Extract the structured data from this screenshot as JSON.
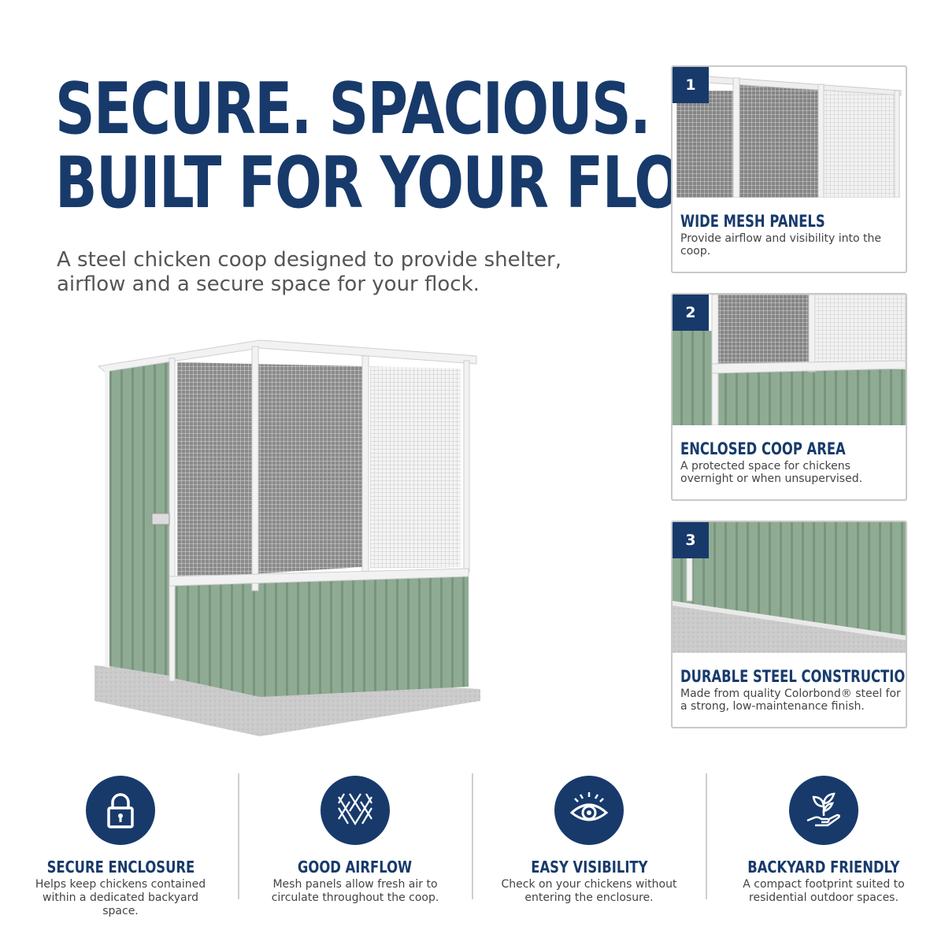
{
  "headline": {
    "line1": "SECURE. SPACIOUS.",
    "line2": "BUILT FOR YOUR FLOCK."
  },
  "subhead": "A steel chicken coop designed to provide shelter, airflow and a secure space for your flock.",
  "colors": {
    "navy": "#173a6b",
    "steel_green": "#8fab93",
    "frame_white": "#f2f2f2",
    "concrete": "#c8c8c8"
  },
  "cards": [
    {
      "number": "1",
      "title": "WIDE MESH PANELS",
      "desc": "Provide airflow and visibility into the coop."
    },
    {
      "number": "2",
      "title": "ENCLOSED COOP AREA",
      "desc": "A protected space for chickens overnight or when unsupervised."
    },
    {
      "number": "3",
      "title": "DURABLE STEEL CONSTRUCTION",
      "desc": "Made from quality Colorbond® steel for a strong, low-maintenance finish."
    }
  ],
  "features": [
    {
      "icon": "lock-icon",
      "title": "SECURE ENCLOSURE",
      "desc": "Helps keep chickens contained within a dedicated backyard space."
    },
    {
      "icon": "mesh-icon",
      "title": "GOOD AIRFLOW",
      "desc": "Mesh panels allow fresh air to circulate throughout the coop."
    },
    {
      "icon": "eye-icon",
      "title": "EASY VISIBILITY",
      "desc": "Check on your chickens without entering the enclosure."
    },
    {
      "icon": "plant-in-hand-icon",
      "title": "BACKYARD FRIENDLY",
      "desc": "A compact footprint suited to residential outdoor spaces."
    }
  ]
}
